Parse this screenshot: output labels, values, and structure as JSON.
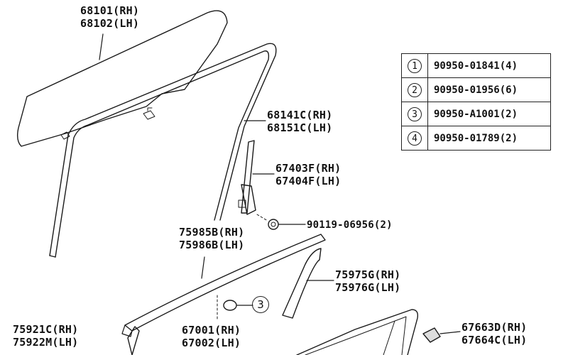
{
  "labels": {
    "glass_rh": "68101(RH)",
    "glass_lh": "68102(LH)",
    "run_rh": "68141C(RH)",
    "run_lh": "68151C(LH)",
    "channel_rh": "67403F(RH)",
    "channel_lh": "67404F(LH)",
    "bolt": "90119-06956(2)",
    "belt_rh": "75985B(RH)",
    "belt_lh": "75986B(LH)",
    "molding_rh": "75975G(RH)",
    "molding_lh": "75976G(LH)",
    "outer_rh": "75921C(RH)",
    "outer_lh": "75922M(LH)",
    "door_rh": "67001(RH)",
    "door_lh": "67002(LH)",
    "clip_rh": "67663D(RH)",
    "clip_lh": "67664C(LH)"
  },
  "callout": "3",
  "parts_table": [
    {
      "key": "1",
      "value": "90950-01841(4)"
    },
    {
      "key": "2",
      "value": "90950-01956(6)"
    },
    {
      "key": "3",
      "value": "90950-A1001(2)"
    },
    {
      "key": "4",
      "value": "90950-01789(2)"
    }
  ]
}
